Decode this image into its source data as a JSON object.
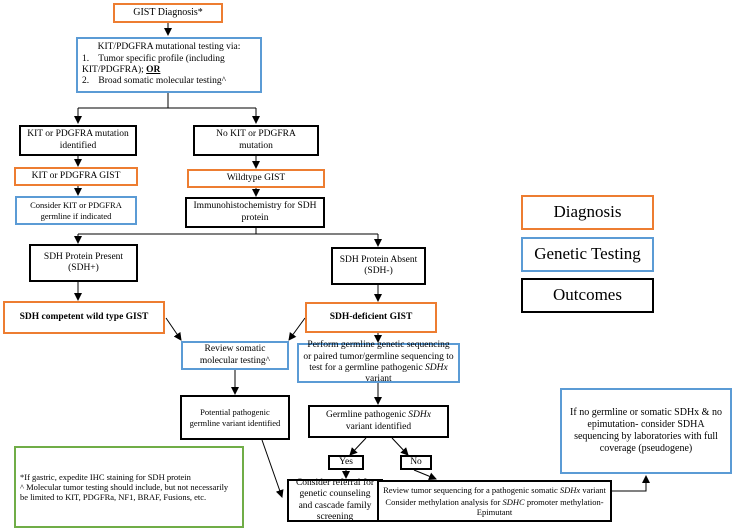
{
  "nodes": {
    "gist_diagnosis": "GIST Diagnosis*",
    "testing": {
      "title": "KIT/PDGFRA mutational testing via:",
      "item1_num": "1.",
      "item1": "Tumor specific profile (including KIT/PDGFRA);",
      "item1_or": "OR",
      "item2_num": "2.",
      "item2": "Broad somatic molecular testing^"
    },
    "kit_identified": "KIT or PDGFRA mutation identified",
    "no_kit": "No KIT or PDGFRA mutation",
    "kit_gist": "KIT or PDGFRA GIST",
    "wildtype": "Wildtype GIST",
    "consider_kit": "Consider KIT or PDGFRA germline if indicated",
    "ihc": "Immunohistochemistry for SDH protein",
    "sdh_present": "SDH Protein Present (SDH+)",
    "sdh_absent": "SDH Protein Absent (SDH-)",
    "sdh_competent": "SDH competent wild type GIST",
    "sdh_deficient": "SDH-deficient GIST",
    "review_somatic": "Review somatic molecular testing^",
    "perform_germline": {
      "a": "Perform germline genetic sequencing or paired tumor/germline sequencing to test for a germline pathogenic ",
      "gene": "SDHx",
      "b": " variant"
    },
    "potential": "Potential pathogenic germline variant identified",
    "germline_pathogenic": {
      "a": "Germline pathogenic ",
      "gene": "SDHx",
      "b": " variant identified"
    },
    "yes": "Yes",
    "no": "No",
    "consider_referral": "Consider referral for genetic counseling and cascade family screening",
    "review_tumor": {
      "a": "Review tumor sequencing for a pathogenic somatic ",
      "gene": "SDHx",
      "b": " variant"
    },
    "methylation": {
      "a": "Consider methylation analysis for ",
      "gene": "SDHC",
      "b": " promoter methylation-Epimutant"
    },
    "no_germline": "If no germline or somatic SDHx & no epimutation- consider SDHA sequencing by laboratories with full coverage (pseudogene)",
    "footnote_1": "*If gastric, expedite IHC staining for SDH protein",
    "footnote_2": "^ Molecular tumor testing should include, but not necessarily be limited to KIT, PDGFRa, NF1, BRAF, Fusions, etc."
  },
  "legend": {
    "diagnosis": "Diagnosis",
    "genetic_testing": "Genetic Testing",
    "outcomes": "Outcomes"
  },
  "colors": {
    "diagnosis": "#ED7D31",
    "genetic_testing": "#5B9BD5",
    "outcomes": "#000000",
    "footnote": "#70AD47"
  }
}
